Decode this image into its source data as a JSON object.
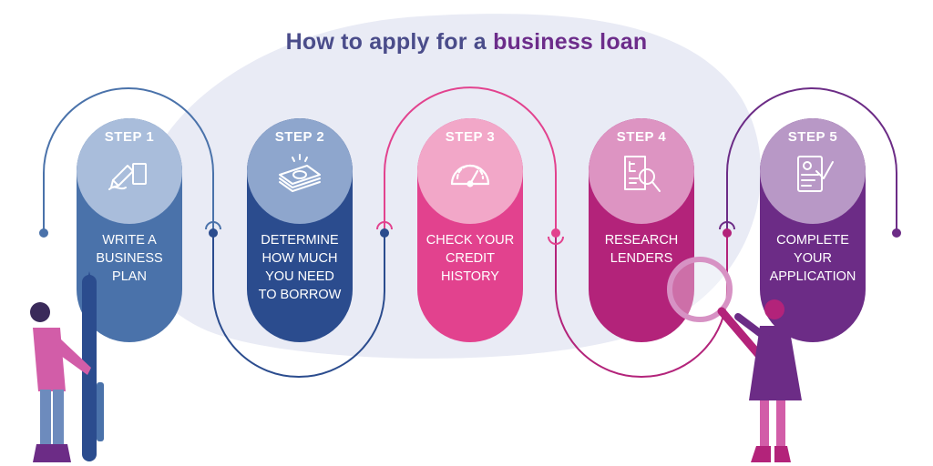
{
  "title": {
    "main": "How to apply for a",
    "accent": "business loan"
  },
  "steps": [
    {
      "step_label": "STEP 1",
      "desc": "WRITE A\nBUSINESS\nPLAN",
      "icon": "pen-writing-icon",
      "color": "#4a72aa",
      "light": "#a9bddb"
    },
    {
      "step_label": "STEP 2",
      "desc": "DETERMINE\nHOW MUCH\nYOU NEED\nTO BORROW",
      "icon": "money-stack-icon",
      "color": "#2b4c8e",
      "light": "#8ea6cd"
    },
    {
      "step_label": "STEP 3",
      "desc": "CHECK YOUR\nCREDIT\nHISTORY",
      "icon": "credit-gauge-icon",
      "color": "#e2428e",
      "light": "#f2a7c8"
    },
    {
      "step_label": "STEP 4",
      "desc": "RESEARCH\nLENDERS",
      "icon": "document-magnifier-icon",
      "color": "#b3237a",
      "light": "#dd94c2"
    },
    {
      "step_label": "STEP 5",
      "desc": "COMPLETE\nYOUR\nAPPLICATION",
      "icon": "application-form-icon",
      "color": "#6c2c86",
      "light": "#b898c6"
    }
  ],
  "colors": {
    "background_blob": "#e9ebf5",
    "title_text": "#4a4c8a",
    "title_accent": "#6c2c8a"
  }
}
